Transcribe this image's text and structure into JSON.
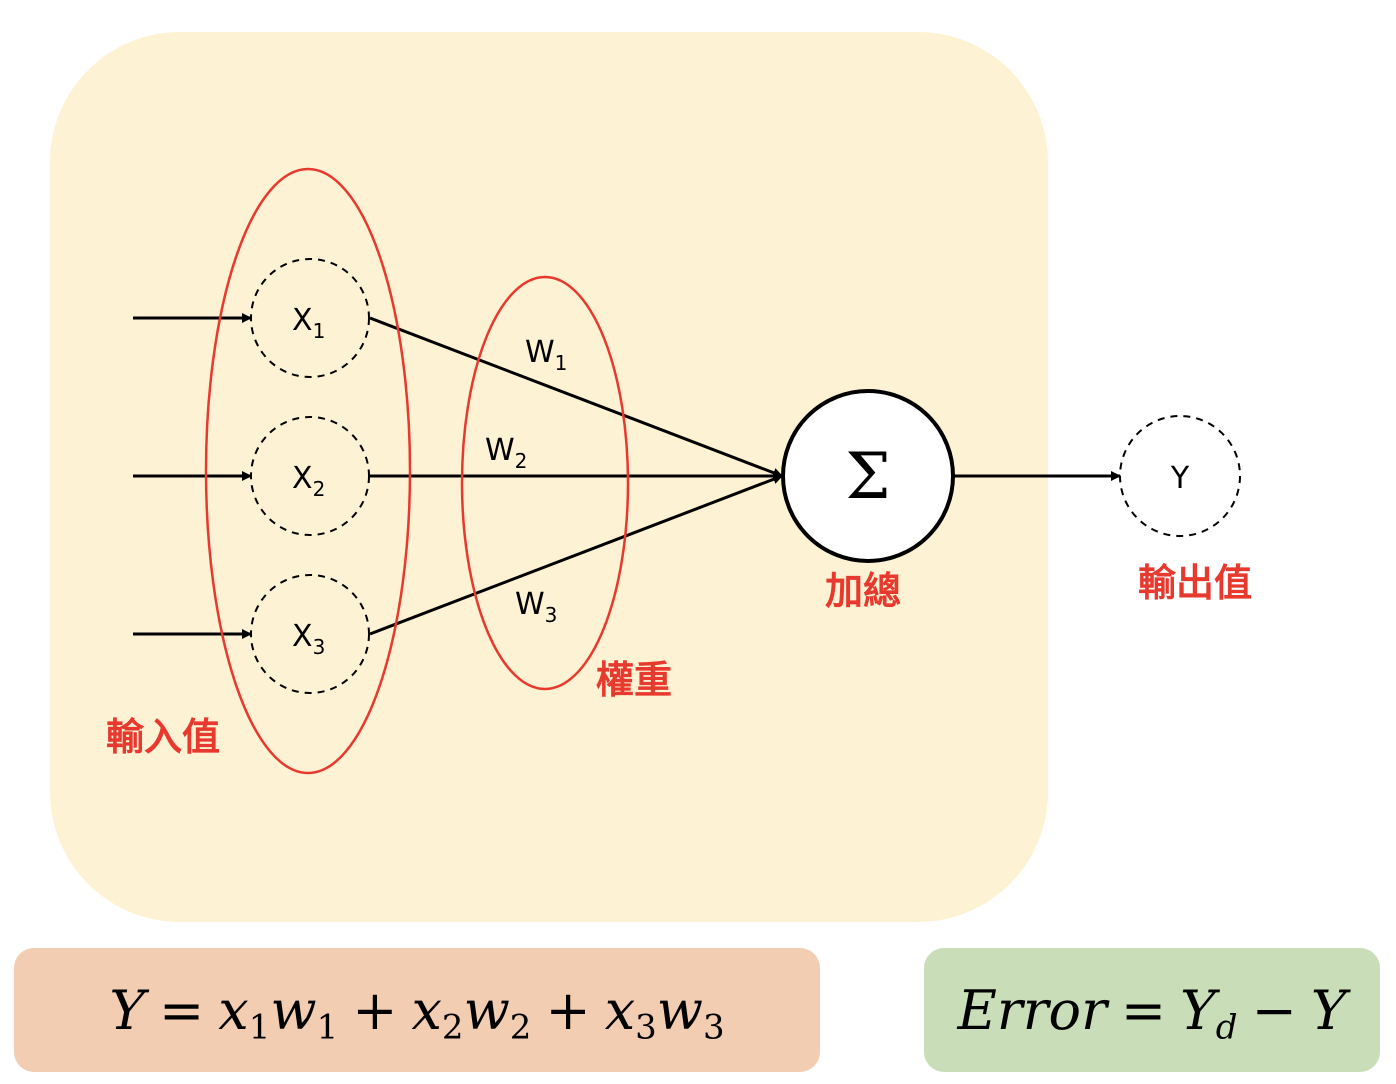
{
  "inputs": [
    {
      "base": "X",
      "sub": "1"
    },
    {
      "base": "X",
      "sub": "2"
    },
    {
      "base": "X",
      "sub": "3"
    }
  ],
  "weights": [
    {
      "base": "W",
      "sub": "1"
    },
    {
      "base": "W",
      "sub": "2"
    },
    {
      "base": "W",
      "sub": "3"
    }
  ],
  "sum_symbol": "Σ",
  "output_label": "Y",
  "labels": {
    "inputs": "輸入值",
    "weights": "權重",
    "sum": "加總",
    "output": "輸出值"
  },
  "formula_left": {
    "lhs": "Y",
    "eq": "=",
    "terms": [
      {
        "x": "x",
        "xsub": "1",
        "w": "w",
        "wsub": "1"
      },
      {
        "x": "x",
        "xsub": "2",
        "w": "w",
        "wsub": "2"
      },
      {
        "x": "x",
        "xsub": "3",
        "w": "w",
        "wsub": "3"
      }
    ],
    "plus": "+"
  },
  "formula_right": {
    "lhs": "Error",
    "eq": "=",
    "a": "Y",
    "asub": "d",
    "minus": "−",
    "b": "Y"
  },
  "colors": {
    "panel": "#fdf2d3",
    "highlight": "#e8392f",
    "formula_left_bg": "#f2cdb2",
    "formula_right_bg": "#c9deb8"
  }
}
